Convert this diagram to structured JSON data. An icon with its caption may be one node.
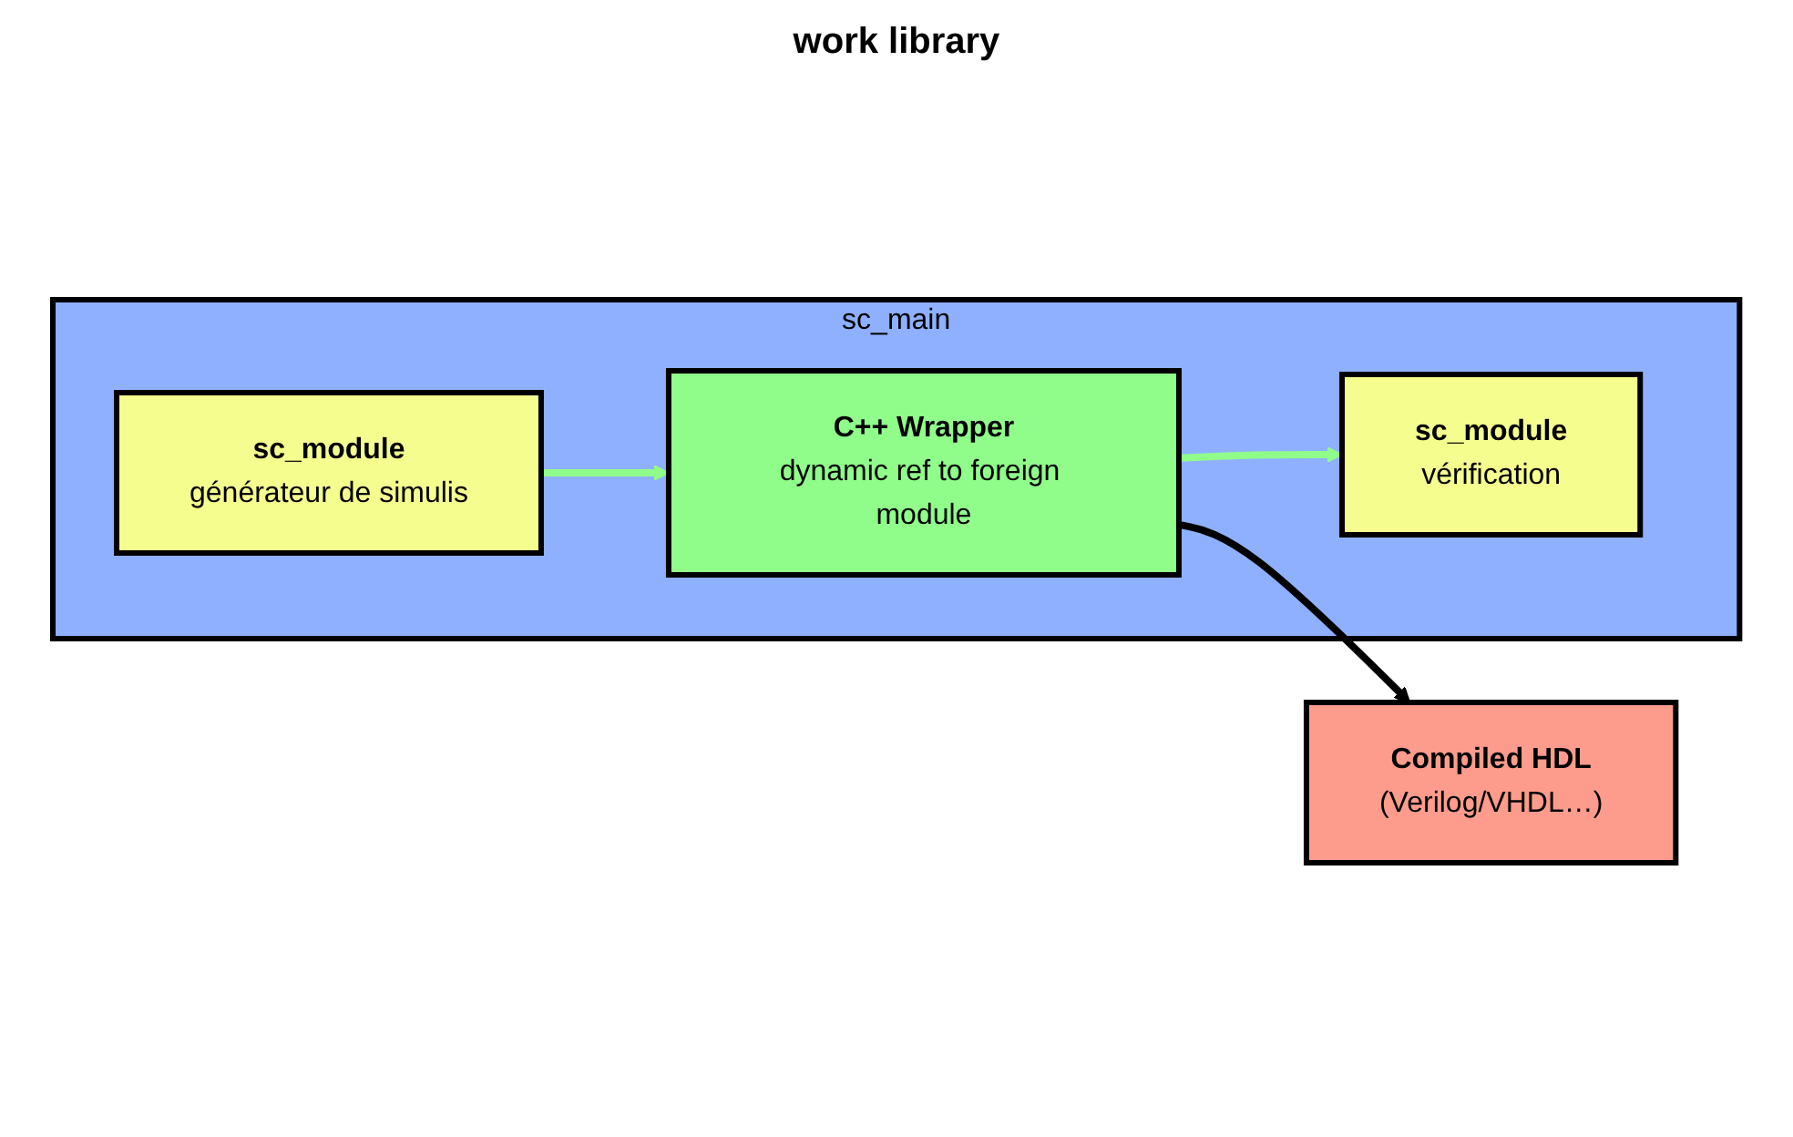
{
  "diagram": {
    "nodes": [
      {
        "text": [
          "sc_main"
        ]
      },
      {
        "text": [
          "sc_module",
          "générateur de simulis"
        ],
        "in": 0
      },
      {
        "text": [
          "sc_module",
          "vérification"
        ],
        "in": 0
      },
      {
        "text": [
          "C++ Wrapper",
          "dynamic ref to foreign module"
        ],
        "in": 0
      },
      {
        "text": [
          "Compiled HDL",
          "(Verilog/VHDL…)"
        ]
      }
    ],
    "edges": [
      {
        "from": 1,
        "to": 3,
        "arrow": "to",
        "color": "#90fd8a"
      },
      {
        "from": 3,
        "to": 2,
        "arrow": "to",
        "color": "#90fd8a"
      },
      {
        "from": 3,
        "to": 4,
        "arrow": "to",
        "color": "#000000"
      }
    ],
    "labels": [
      "work library"
    ]
  }
}
